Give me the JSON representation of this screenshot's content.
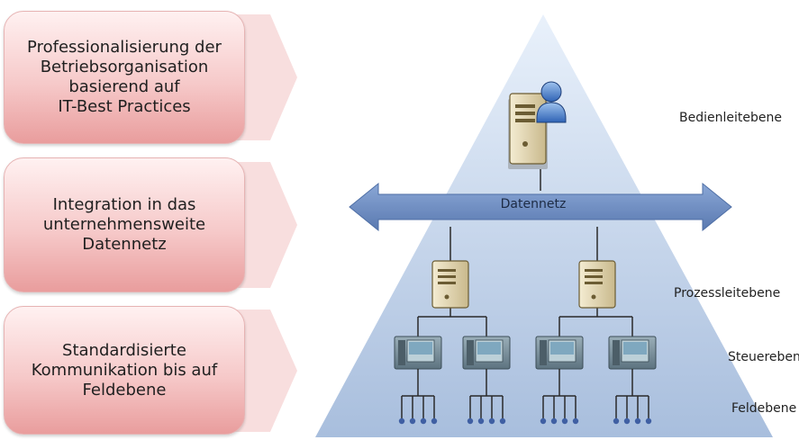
{
  "goals": [
    {
      "text": "Professionalisierung der\nBetriebsorganisation\nbasierend auf\nIT-Best Practices"
    },
    {
      "text": "Integration in das\nunternehmensweite\nDatennetz"
    },
    {
      "text": "Standardisierte\nKommunikation bis auf\nFeldebene"
    }
  ],
  "network": {
    "label": "Datennetz"
  },
  "levels": [
    {
      "label": "Bedienleitebene"
    },
    {
      "label": "Prozessleitebene"
    },
    {
      "label": "Steuerebene"
    },
    {
      "label": "Feldebene"
    }
  ],
  "colors": {
    "goal_box_top": "#fff1f1",
    "goal_box_bottom": "#e99d9d",
    "chevron": "#f8dede",
    "pyramid_top": "#e9f1fb",
    "pyramid_bottom": "#a8bedd",
    "network_arrow": "#6f8fc2",
    "field_device": "#3f5fa3"
  },
  "icons": {
    "operator_station": "server-with-user-icon",
    "process_server": "server-icon",
    "controller": "plc-controller-icon",
    "field_device": "field-device-icon"
  }
}
